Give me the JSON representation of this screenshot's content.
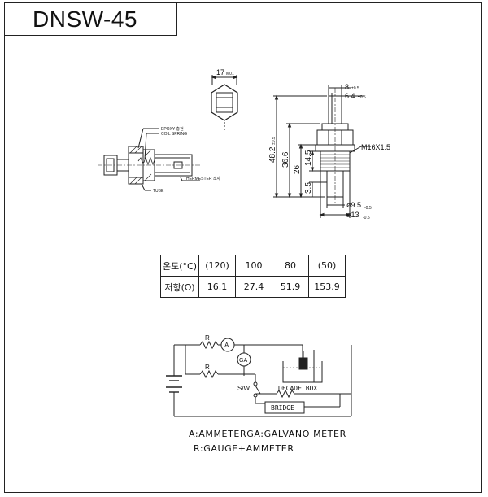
{
  "title": "DNSW-45",
  "top_view": {
    "dim_hex": "17",
    "dim_hex_sub": "M01"
  },
  "section_labels": {
    "epoxy": "EPOXY 충전",
    "coil_spring": "COIL SPRING",
    "thermister": "THERMESTER 소자",
    "tube": "TUBE"
  },
  "side_view": {
    "dim_8": "8",
    "dim_8_sub": "±0.5",
    "dim_64": "6.4",
    "dim_64_sub": "±0.5",
    "thread": "M16X1.5",
    "dim_482": "48.2",
    "dim_482_sub": "±0.5",
    "dim_366": "36.6",
    "dim_26": "26",
    "dim_145": "14.5",
    "dim_35": "3.5",
    "dia_95": "ø9.5",
    "dia_95_sub": "-0.5",
    "dia_13": "ø13",
    "dia_13_sub": "-0.5"
  },
  "spec_table": {
    "row1": [
      "온도(°C)",
      "(120)",
      "100",
      "80",
      "(50)"
    ],
    "row2": [
      "저항(Ω)",
      "16.1",
      "27.4",
      "51.9",
      "153.9"
    ]
  },
  "circuit": {
    "r1": "R",
    "r2": "R",
    "ammeter": "A",
    "galvano": "GA",
    "switch": "S/W",
    "decade_box": "DECADE BOX",
    "bridge": "BRIDGE"
  },
  "legend": {
    "line1": "A:AMMETERGA:GALVANO METER",
    "line2": "R:GAUGE+AMMETER"
  }
}
